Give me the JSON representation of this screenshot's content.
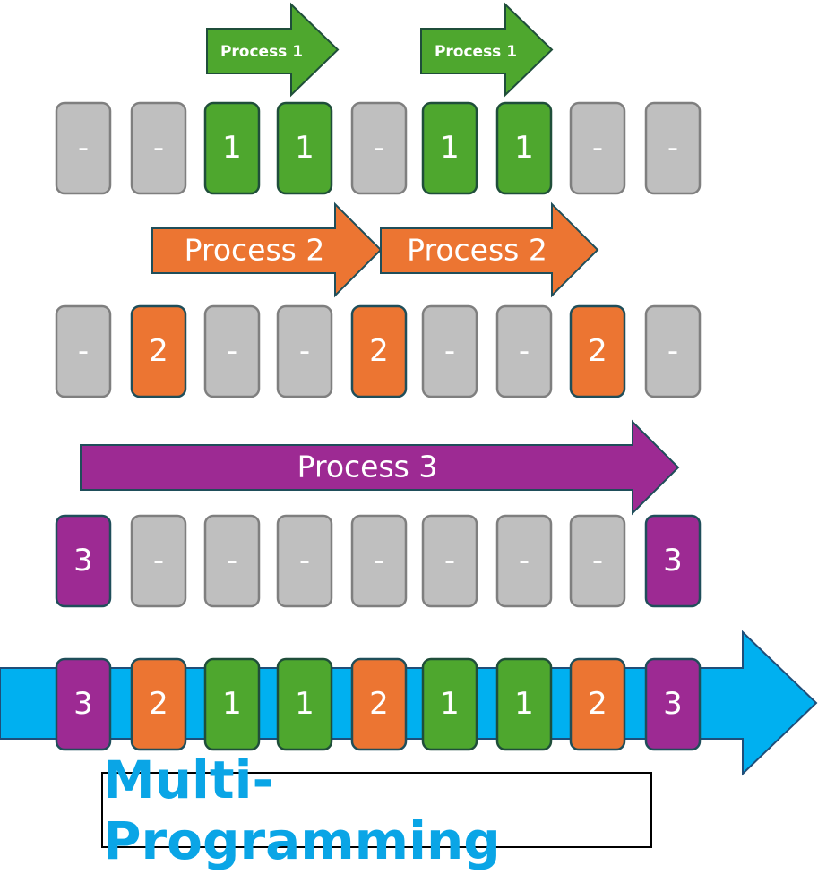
{
  "title": "Multi-Programming",
  "colors": {
    "process1": "#4ea72e",
    "process1_border": "#1f4e3a",
    "process2": "#ec7532",
    "process2_border": "#1f4e5a",
    "process3": "#9d2a93",
    "process3_border": "#1f4e5a",
    "idle": "#bfbfbf",
    "idle_border": "#7f7f7f",
    "timeline": "#00b0f0",
    "timeline_border": "#1f4e79",
    "title_text": "#0aa5e6"
  },
  "idle_label": "-",
  "rows": [
    {
      "process": 1,
      "slots": [
        "-",
        "-",
        "1",
        "1",
        "-",
        "1",
        "1",
        "-",
        "-"
      ],
      "arrows": [
        {
          "label": "Process 1"
        },
        {
          "label": "Process 1"
        }
      ]
    },
    {
      "process": 2,
      "slots": [
        "-",
        "2",
        "-",
        "-",
        "2",
        "-",
        "-",
        "2",
        "-"
      ],
      "arrows": [
        {
          "label": "Process 2"
        },
        {
          "label": "Process 2"
        }
      ]
    },
    {
      "process": 3,
      "slots": [
        "3",
        "-",
        "-",
        "-",
        "-",
        "-",
        "-",
        "-",
        "3"
      ],
      "arrows": [
        {
          "label": "Process 3"
        }
      ]
    }
  ],
  "combined": [
    "3",
    "2",
    "1",
    "1",
    "2",
    "1",
    "1",
    "2",
    "3"
  ]
}
